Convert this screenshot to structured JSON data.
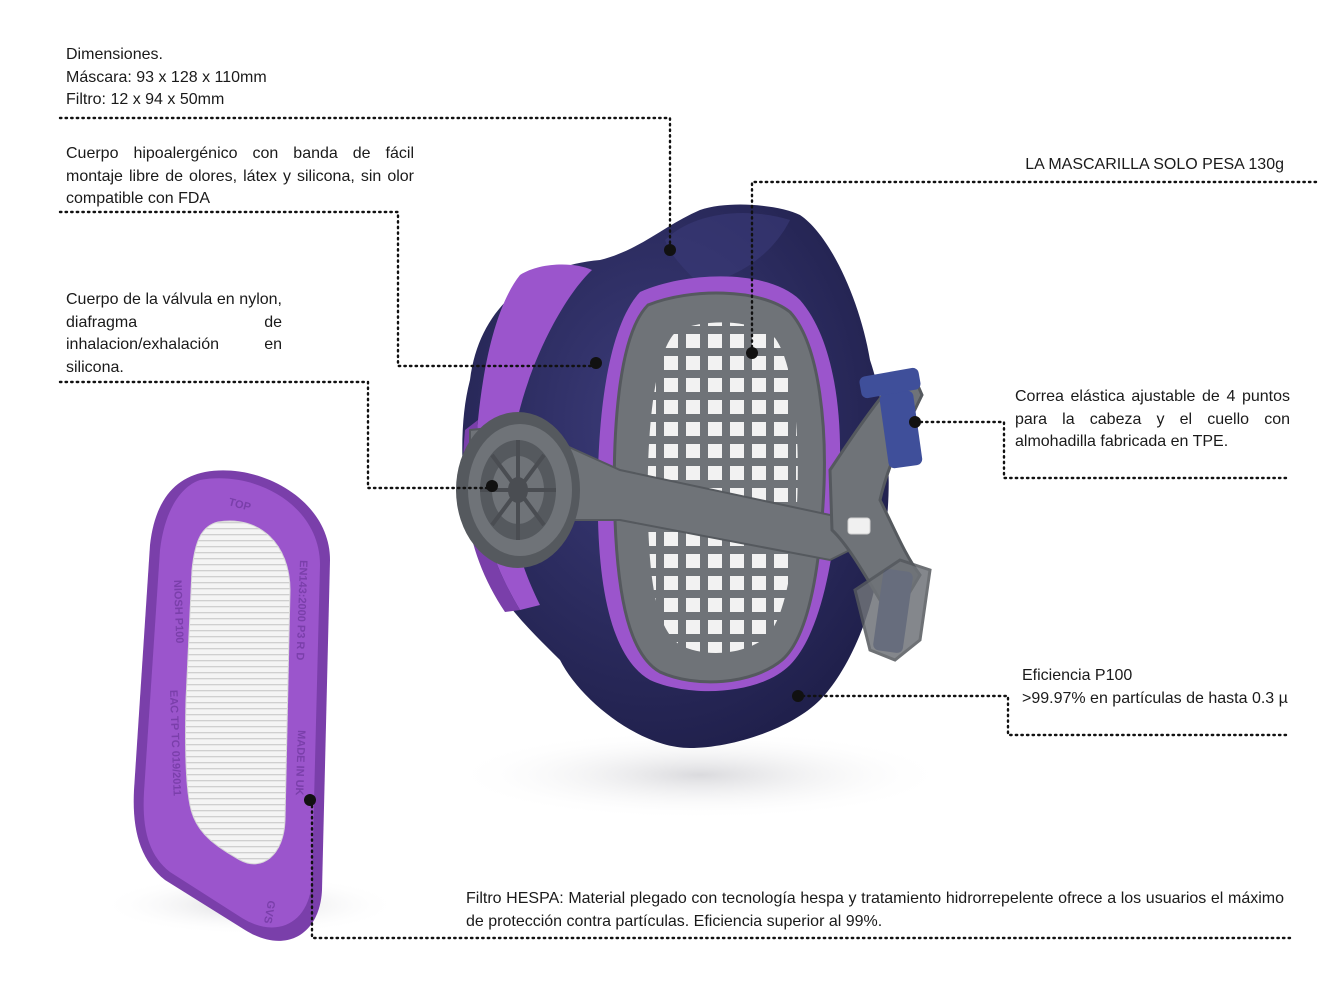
{
  "colors": {
    "mask_body": "#2f2f66",
    "mask_body_dark": "#1f1f4a",
    "frame_gray": "#6f7378",
    "frame_gray_dark": "#55595e",
    "accent_purple": "#9b55cc",
    "filter_white": "#f2f2f2",
    "strap_blue": "#3f4f9a",
    "leader_line": "#111111"
  },
  "annotations": {
    "dimensions": {
      "title": "Dimensiones.",
      "mask": "Máscara: 93 x 128 x 110mm",
      "filter": "Filtro: 12 x 94 x 50mm"
    },
    "body": "Cuerpo hipoalergénico con banda de fácil montaje libre de olores, látex y silicona, sin olor compatible con FDA",
    "valve": "Cuerpo de la válvula en nylon, diafragma de inhalacion/exhalación en silicona.",
    "weight": "LA MASCARILLA SOLO PESA 130g",
    "strap": "Correa elástica ajustable de 4 puntos para la cabeza y el cuello con almohadilla fabricada en TPE.",
    "efficiency": {
      "title": "Eficiencia P100",
      "detail": ">99.97% en partículas de hasta 0.3 µ"
    },
    "filter": "Filtro HESPA: Material plegado con tecnología hespa y tratamiento hidrorrepelente ofrece a los usuarios el máximo de protección contra partículas. Eficiencia superior al 99%."
  },
  "product_markings": {
    "filter_rim": [
      "TOP",
      "NIOSH P100",
      "EAC TP TC 019/2011",
      "EN143:2000 P3 R D",
      "MADE IN UK",
      "GVS"
    ]
  }
}
